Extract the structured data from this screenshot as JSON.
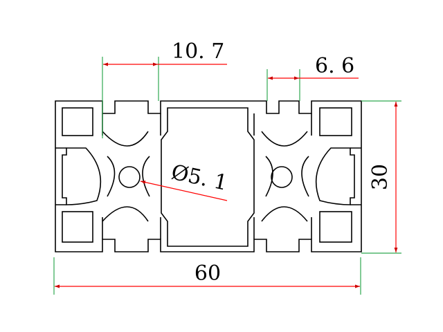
{
  "drawing": {
    "subject": "aluminum-extrusion-profile-cross-section",
    "colors": {
      "outline": "#000000",
      "extension_line": "#2fa84f",
      "dimension_line": "#ff0000",
      "arrowhead": "#cc0000",
      "background": "#ffffff"
    },
    "dimensions": {
      "slot_width": {
        "label": "10. 7",
        "value": 10.7
      },
      "slot_opening": {
        "label": "6. 6",
        "value": 6.6
      },
      "center_hole_diameter": {
        "label": "Ø5. 1",
        "value": 5.1
      },
      "height": {
        "label": "30",
        "value": 30
      },
      "width": {
        "label": "60",
        "value": 60
      }
    }
  }
}
